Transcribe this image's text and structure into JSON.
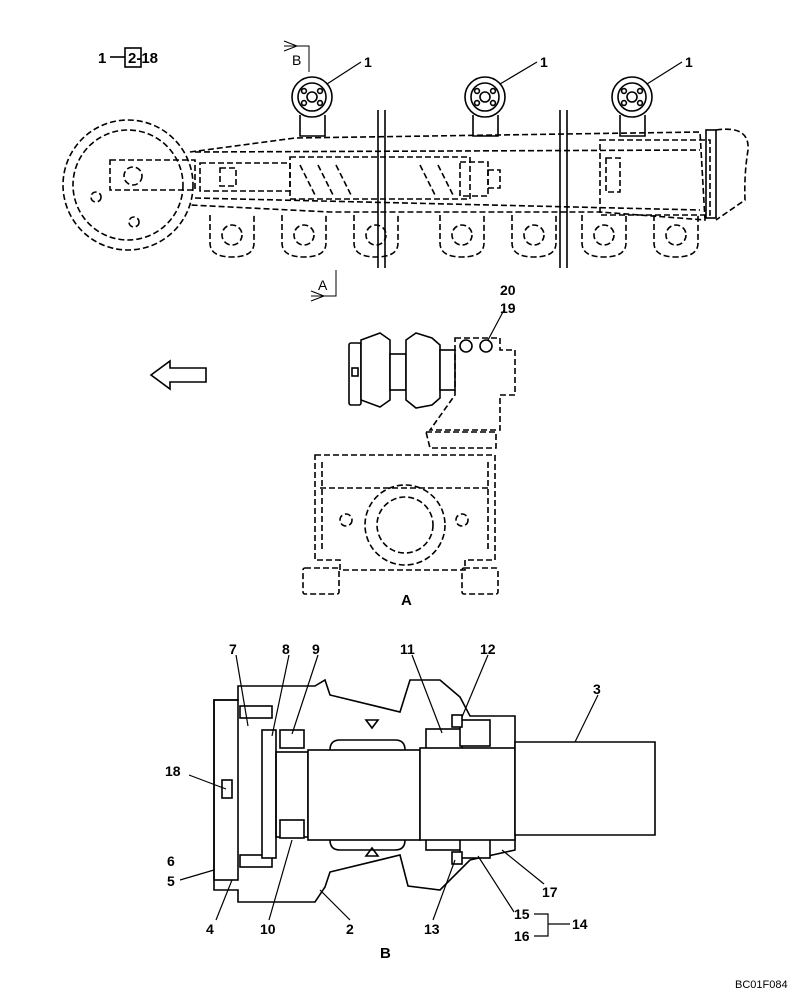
{
  "ref": {
    "item": "1",
    "page": "2-18"
  },
  "view_marks": {
    "b": "B",
    "a": "A"
  },
  "top_callout": "1",
  "view_a": {
    "callout_20": "20",
    "callout_19": "19",
    "caption": "A"
  },
  "view_b": {
    "caption": "B",
    "callouts": {
      "c7": "7",
      "c8": "8",
      "c9": "9",
      "c11": "11",
      "c12": "12",
      "c3": "3",
      "c18": "18",
      "c6": "6",
      "c5": "5",
      "c4": "4",
      "c10": "10",
      "c2": "2",
      "c13": "13",
      "c17": "17",
      "c15": "15",
      "c16": "16",
      "c14": "14"
    }
  },
  "figure_code": "BC01F084"
}
